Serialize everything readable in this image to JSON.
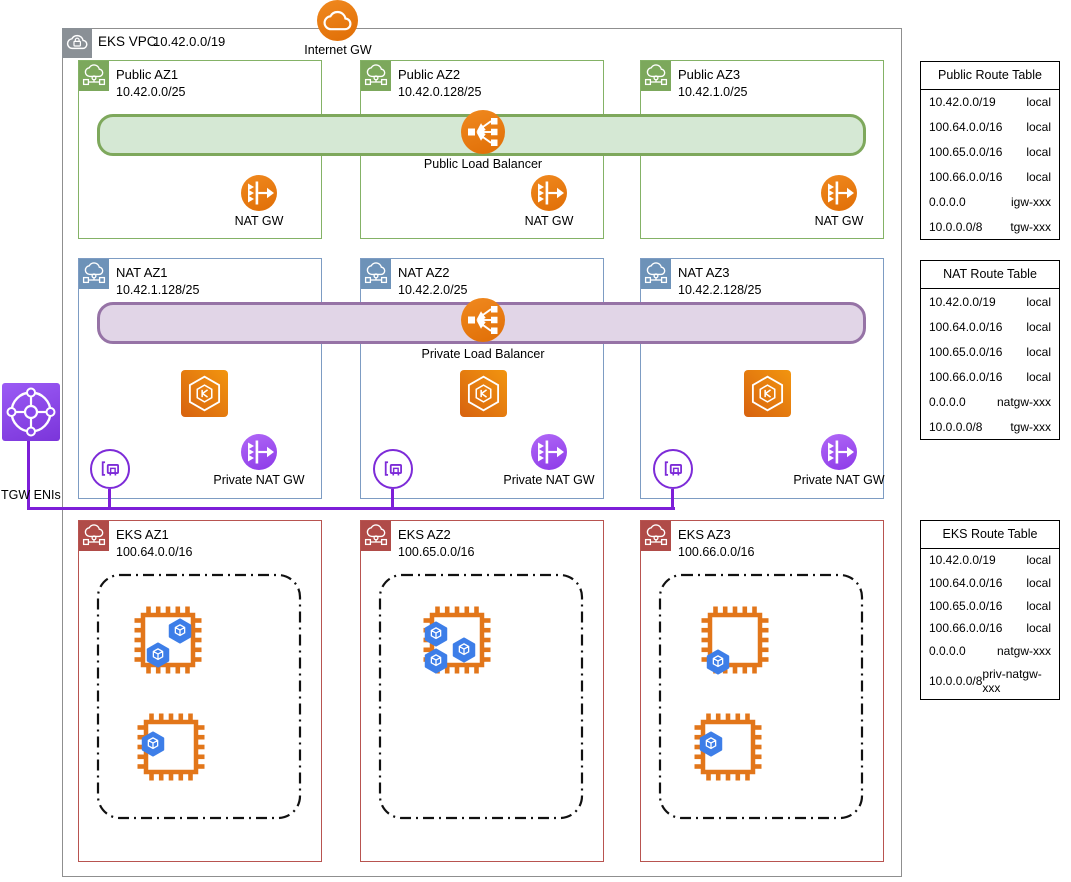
{
  "vpc": {
    "label": "EKS VPC",
    "cidr": "10.42.0.0/19"
  },
  "internet_gw": {
    "label": "Internet GW"
  },
  "tgw": {
    "label": "TGW ENIs"
  },
  "load_balancers": {
    "public": "Public Load Balancer",
    "private": "Private Load Balancer"
  },
  "gateways": {
    "nat_gw": "NAT GW",
    "private_nat_gw": "Private NAT GW"
  },
  "subnets": {
    "public": [
      {
        "title": "Public AZ1",
        "cidr": "10.42.0.0/25"
      },
      {
        "title": "Public AZ2",
        "cidr": "10.42.0.128/25"
      },
      {
        "title": "Public AZ3",
        "cidr": "10.42.1.0/25"
      }
    ],
    "nat": [
      {
        "title": "NAT AZ1",
        "cidr": "10.42.1.128/25"
      },
      {
        "title": "NAT AZ2",
        "cidr": "10.42.2.0/25"
      },
      {
        "title": "NAT AZ3",
        "cidr": "10.42.2.128/25"
      }
    ],
    "eks": [
      {
        "title": "EKS AZ1",
        "cidr": "100.64.0.0/16"
      },
      {
        "title": "EKS AZ2",
        "cidr": "100.65.0.0/16"
      },
      {
        "title": "EKS AZ3",
        "cidr": "100.66.0.0/16"
      }
    ]
  },
  "route_tables": [
    {
      "title": "Public Route Table",
      "rows": [
        {
          "dest": "10.42.0.0/19",
          "target": "local"
        },
        {
          "dest": "100.64.0.0/16",
          "target": "local"
        },
        {
          "dest": "100.65.0.0/16",
          "target": "local"
        },
        {
          "dest": "100.66.0.0/16",
          "target": "local"
        },
        {
          "dest": "0.0.0.0",
          "target": "igw-xxx"
        },
        {
          "dest": "10.0.0.0/8",
          "target": "tgw-xxx"
        }
      ]
    },
    {
      "title": "NAT Route Table",
      "rows": [
        {
          "dest": "10.42.0.0/19",
          "target": "local"
        },
        {
          "dest": "100.64.0.0/16",
          "target": "local"
        },
        {
          "dest": "100.65.0.0/16",
          "target": "local"
        },
        {
          "dest": "100.66.0.0/16",
          "target": "local"
        },
        {
          "dest": "0.0.0.0",
          "target": "natgw-xxx"
        },
        {
          "dest": "10.0.0.0/8",
          "target": "tgw-xxx"
        }
      ]
    },
    {
      "title": "EKS Route Table",
      "rows": [
        {
          "dest": "10.42.0.0/19",
          "target": "local"
        },
        {
          "dest": "100.64.0.0/16",
          "target": "local"
        },
        {
          "dest": "100.65.0.0/16",
          "target": "local"
        },
        {
          "dest": "100.66.0.0/16",
          "target": "local"
        },
        {
          "dest": "0.0.0.0",
          "target": "natgw-xxx"
        },
        {
          "dest": "10.0.0.0/8",
          "target": "priv-natgw-xxx"
        }
      ]
    }
  ],
  "colors": {
    "orange": "#E8760E",
    "green_border": "#82B366",
    "green_fill": "#D5E8D4",
    "blue_border": "#6C8EBF",
    "red_border": "#B85450",
    "purple_border": "#9673A6",
    "purple_fill": "#E1D5E7",
    "aws_purple": "#7D1FD8",
    "pod_blue": "#3D7EE8"
  }
}
